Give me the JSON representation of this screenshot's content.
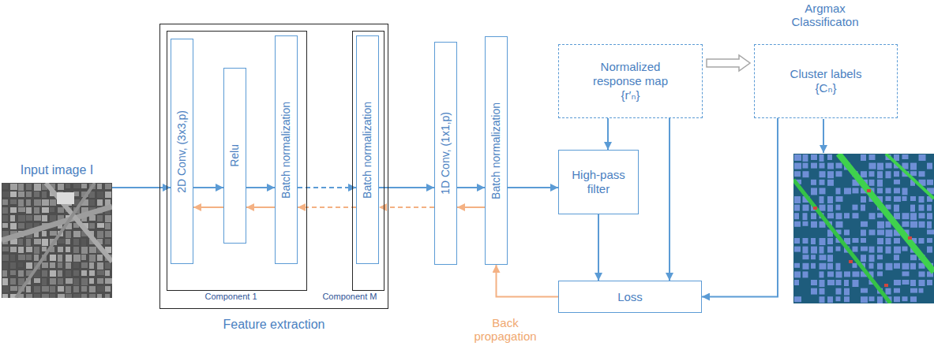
{
  "diagram": {
    "nodes": [
      {
        "text": [
          "Input image I"
        ]
      },
      {
        "text": [
          "Feature extraction"
        ]
      },
      {
        "text": [
          "Component 1"
        ],
        "in": 1
      },
      {
        "text": [
          "2D Conv, (3x3,p)"
        ],
        "in": 2
      },
      {
        "text": [
          "Relu"
        ],
        "in": 2
      },
      {
        "text": [
          "Batch normalization"
        ],
        "in": 2
      },
      {
        "text": [
          "Component M"
        ],
        "in": 1
      },
      {
        "text": [
          "Batch normalization"
        ],
        "in": 6
      },
      {
        "text": [
          "1D Conv, (1x1,p)"
        ]
      },
      {
        "text": [
          "Batch normalization"
        ]
      },
      {
        "text": [
          "Normalized response map",
          "{r′ₙ}"
        ]
      },
      {
        "text": [
          "Cluster labels",
          "{Cₙ}"
        ]
      },
      {
        "text": [
          "High-pass filter"
        ]
      },
      {
        "text": [
          "Loss"
        ]
      }
    ],
    "edges": [
      {
        "from": 0,
        "to": 3,
        "arrow": "to"
      },
      {
        "from": 3,
        "to": 4,
        "arrow": "to"
      },
      {
        "from": 4,
        "to": 5,
        "arrow": "to"
      },
      {
        "from": 5,
        "to": 7,
        "arrow": "to"
      },
      {
        "from": 7,
        "to": 8,
        "arrow": "to"
      },
      {
        "from": 8,
        "to": 9,
        "arrow": "to"
      },
      {
        "from": 9,
        "to": 12,
        "arrow": "to"
      },
      {
        "from": 10,
        "to": 11,
        "arrow": "to"
      },
      {
        "from": 10,
        "to": 12,
        "arrow": "to"
      },
      {
        "from": 10,
        "to": 13,
        "arrow": "to"
      },
      {
        "from": 12,
        "to": 13,
        "arrow": "to"
      },
      {
        "from": 11,
        "to": 13,
        "arrow": "to"
      },
      {
        "from": 13,
        "to": 9,
        "arrow": "to"
      },
      {
        "from": 9,
        "to": 8,
        "arrow": "to"
      },
      {
        "from": 8,
        "to": 7,
        "arrow": "to"
      },
      {
        "from": 7,
        "to": 5,
        "arrow": "to"
      },
      {
        "from": 5,
        "to": 4,
        "arrow": "to"
      },
      {
        "from": 4,
        "to": 3,
        "arrow": "to"
      }
    ],
    "labels": [
      "Argmax Classificaton",
      "Back propagation"
    ]
  }
}
